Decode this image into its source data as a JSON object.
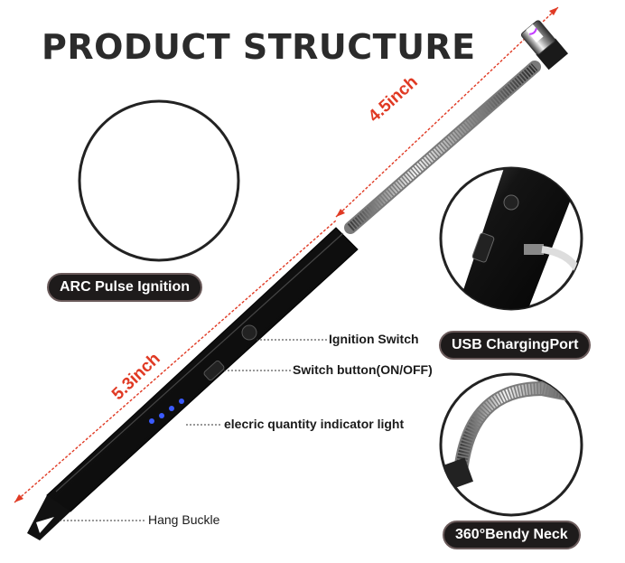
{
  "title": "PRODUCT STRUCTURE",
  "dimensions": {
    "upper": "4.5inch",
    "lower": "5.3inch"
  },
  "badges": {
    "arc": "ARC Pulse Ignition",
    "usb": "USB ChargingPort",
    "neck": "360°Bendy Neck"
  },
  "callouts": {
    "ignition_switch": "Ignition Switch",
    "switch_button": "Switch button(ON/OFF)",
    "indicator": "elecric quantity indicator light",
    "hang_buckle": "Hang Buckle"
  },
  "colors": {
    "dimension": "#e03a24",
    "badge_bg": "#1e1b1b",
    "led": "#3b5bff"
  },
  "indicator": {
    "leds": 4
  }
}
